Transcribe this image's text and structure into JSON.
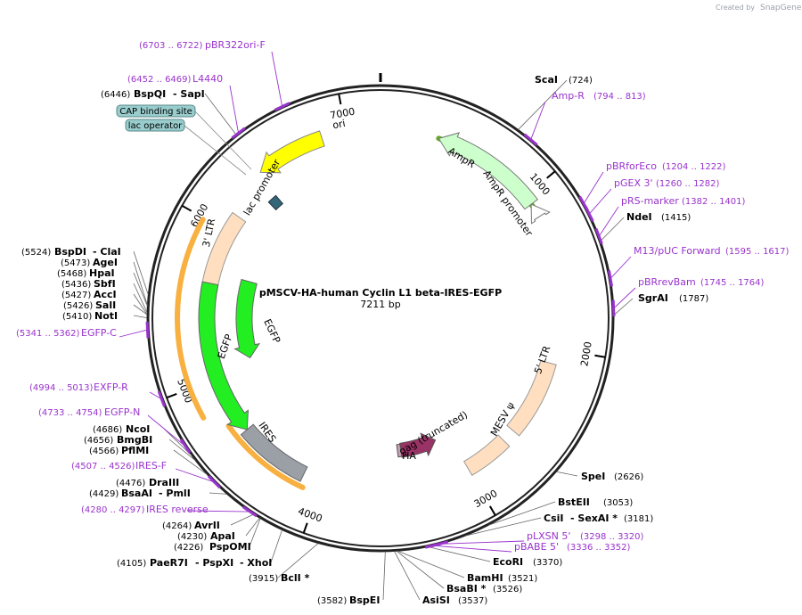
{
  "credit": {
    "text": "Created by",
    "brand": "SnapGene"
  },
  "map": {
    "title": "pMSCV-HA-human Cyclin L1 beta-IRES-EGFP",
    "size": "7211 bp",
    "ticks": [
      "1000",
      "2000",
      "3000",
      "4000",
      "5000",
      "6000",
      "7000"
    ]
  },
  "enzymes": [
    {
      "name": "ScaI",
      "pos": "(724)"
    },
    {
      "name": "NdeI",
      "pos": "(1415)"
    },
    {
      "name": "SgrAI",
      "pos": "(1787)"
    },
    {
      "name": "SpeI",
      "pos": "(2626)"
    },
    {
      "name": "BstEII",
      "pos": "(3053)"
    },
    {
      "name": "CsiI",
      "name2": "- SexAI *",
      "pos": "(3181)"
    },
    {
      "name": "EcoRI",
      "pos": "(3370)"
    },
    {
      "name": "BamHI",
      "pos": "(3521)"
    },
    {
      "name": "BsaBI *",
      "pos": "(3526)"
    },
    {
      "name": "AsiSI",
      "pos": "(3537)"
    },
    {
      "name": "BspEI",
      "pos": "(3582)"
    },
    {
      "name": "BclI *",
      "pos": "(3915)"
    },
    {
      "name": "PaeR7I",
      "name2": "- PspXI",
      "name3": "- XhoI",
      "pos": "(4105)"
    },
    {
      "name": "PspOMI",
      "pos": "(4226)"
    },
    {
      "name": "ApaI",
      "pos": "(4230)"
    },
    {
      "name": "AvrII",
      "pos": "(4264)"
    },
    {
      "name": "BsaAI",
      "name2": "- PmlI",
      "pos": "(4429)"
    },
    {
      "name": "DraIII",
      "pos": "(4476)"
    },
    {
      "name": "PflMI",
      "pos": "(4566)"
    },
    {
      "name": "BmgBI",
      "pos": "(4656)"
    },
    {
      "name": "NcoI",
      "pos": "(4686)"
    },
    {
      "name": "NotI",
      "pos": "(5410)"
    },
    {
      "name": "SalI",
      "pos": "(5426)"
    },
    {
      "name": "AccI",
      "pos": "(5427)"
    },
    {
      "name": "SbfI",
      "pos": "(5436)"
    },
    {
      "name": "HpaI",
      "pos": "(5468)"
    },
    {
      "name": "AgeI",
      "pos": "(5473)"
    },
    {
      "name": "BspDI",
      "name2": "- ClaI",
      "pos": "(5524)"
    },
    {
      "name": "BspQI",
      "name2": "- SapI",
      "pos": "(6446)"
    }
  ],
  "primers": [
    {
      "name": "pBR322ori-F",
      "range": "(6703 .. 6722)"
    },
    {
      "name": "L4440",
      "range": "(6452 .. 6469)"
    },
    {
      "name": "Amp-R",
      "range": "(794 .. 813)"
    },
    {
      "name": "pBRforEco",
      "range": "(1204 .. 1222)"
    },
    {
      "name": "pGEX 3'",
      "range": "(1260 .. 1282)"
    },
    {
      "name": "pRS-marker",
      "range": "(1382 .. 1401)"
    },
    {
      "name": "M13/pUC Forward",
      "range": "(1595 .. 1617)"
    },
    {
      "name": "pBRrevBam",
      "range": "(1745 .. 1764)"
    },
    {
      "name": "pLXSN 5'",
      "range": "(3298 .. 3320)"
    },
    {
      "name": "pBABE 5'",
      "range": "(3336 .. 3352)"
    },
    {
      "name": "EGFP-C",
      "range": "(5341 .. 5362)"
    },
    {
      "name": "EXFP-R",
      "range": "(4994 .. 5013)"
    },
    {
      "name": "EGFP-N",
      "range": "(4733 .. 4754)"
    },
    {
      "name": "IRES-F",
      "range": "(4507 .. 4526)"
    },
    {
      "name": "IRES reverse",
      "range": "(4280 .. 4297)"
    }
  ],
  "features": {
    "ori": "ori",
    "ampr": "AmpR",
    "ampr_promoter": "AmpR promoter",
    "ltr3": "3' LTR",
    "ltr5": "5' LTR",
    "lac_promoter": "lac promoter",
    "egfp1": "EGFP",
    "egfp2": "EGFP",
    "ires": "IRES",
    "mesv": "MESV ψ",
    "gag": "gag (truncated)",
    "ha": "HA",
    "cap_site": "CAP binding site",
    "lac_operator": "lac operator"
  },
  "colors": {
    "ori": "#ffff00",
    "ampr": "#ccffcc",
    "ltr": "#ffdfc0",
    "egfp": "#22ee22",
    "ires": "#9aa0a6",
    "gag": "#993366",
    "ha": "#c8a0b4",
    "primer": "#9933cc",
    "orf": "#f8b040",
    "box": "#99cccc"
  }
}
